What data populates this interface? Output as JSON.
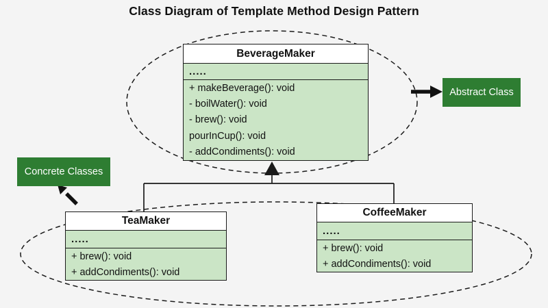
{
  "title": "Class Diagram of Template Method Design Pattern",
  "tags": {
    "abstract_class": "Abstract Class",
    "concrete_classes": "Concrete Classes"
  },
  "classes": {
    "beverage_maker": {
      "name": "BeverageMaker",
      "fields": ".....",
      "methods": [
        "+ makeBeverage(): void",
        "- boilWater(): void",
        "- brew(): void",
        "pourInCup(): void",
        "- addCondiments(): void"
      ]
    },
    "tea_maker": {
      "name": "TeaMaker",
      "fields": ".....",
      "methods": [
        "+ brew(): void",
        "+ addCondiments(): void"
      ]
    },
    "coffee_maker": {
      "name": "CoffeeMaker",
      "fields": ".....",
      "methods": [
        "+ brew(): void",
        "+ addCondiments(): void"
      ]
    }
  },
  "colors": {
    "background": "#f4f4f4",
    "class_fill": "#cbe5c6",
    "tag_fill": "#2e7d32",
    "tag_text": "#ffffff",
    "line": "#1a1a1a"
  }
}
